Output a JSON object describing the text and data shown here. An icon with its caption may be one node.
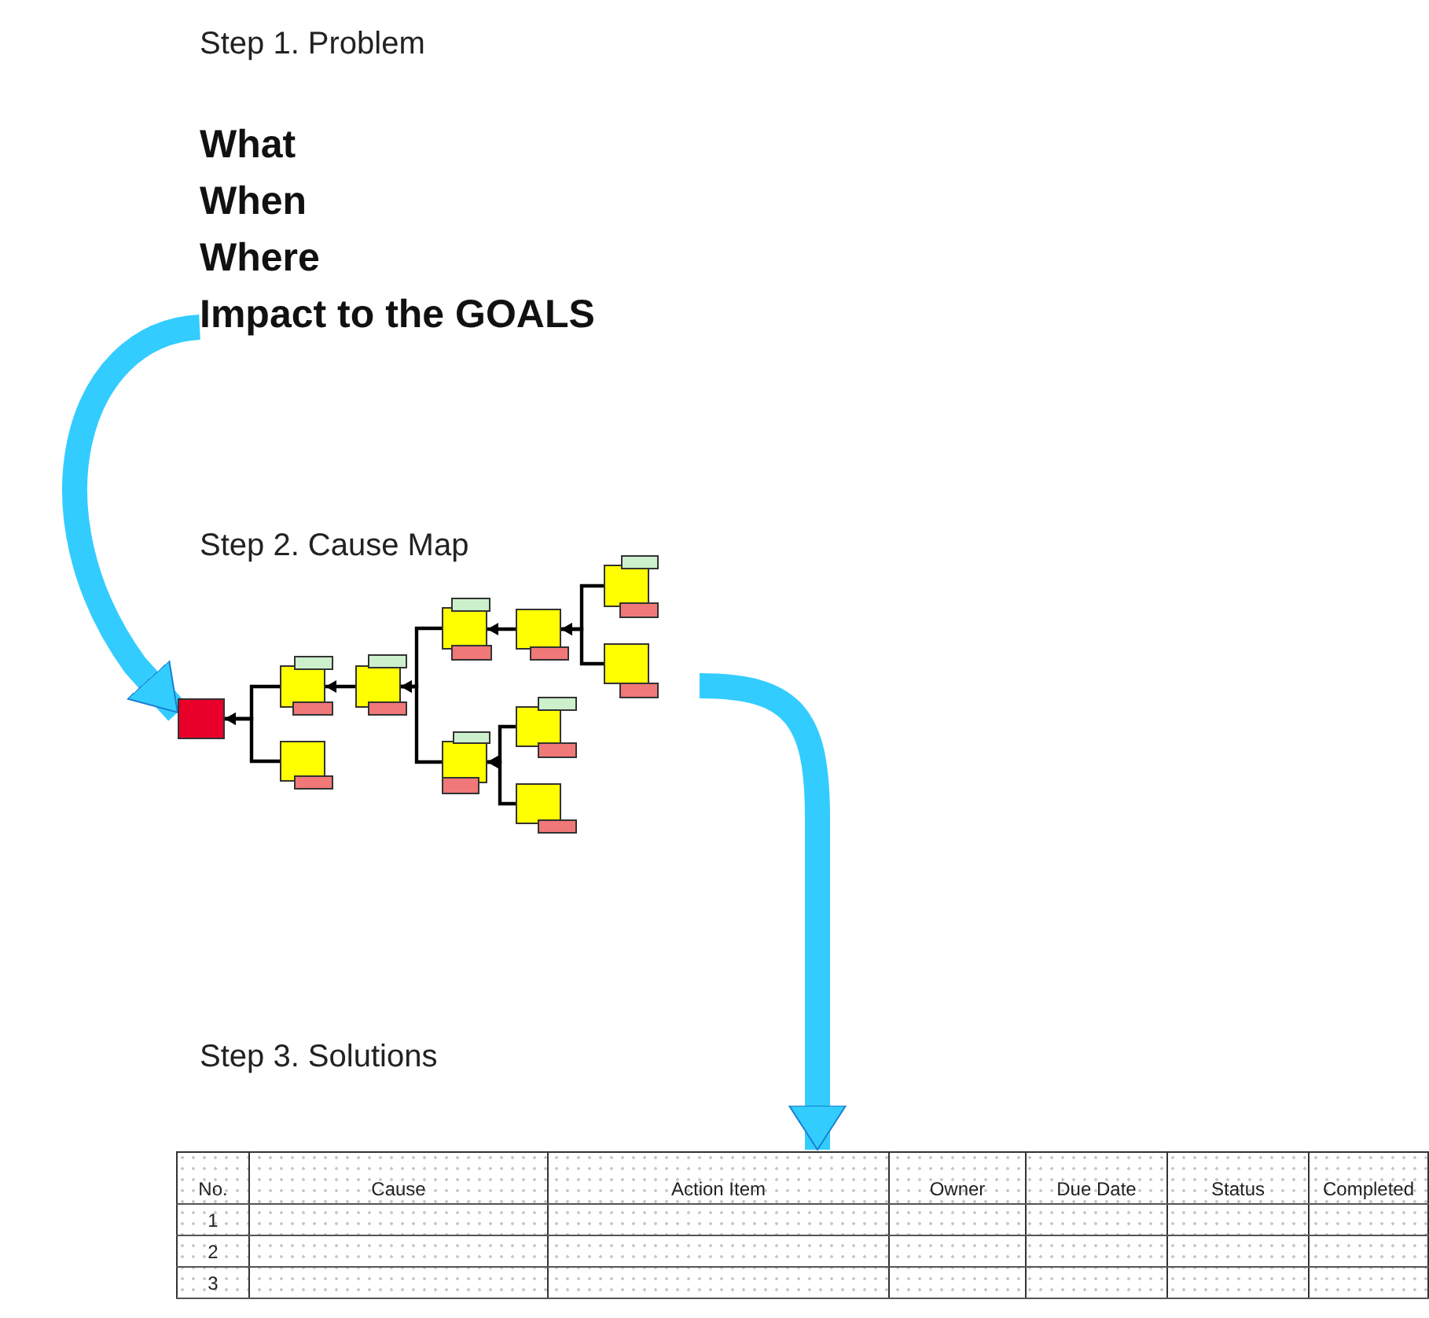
{
  "diagram": {
    "nodes": [
      {
        "text": [
          "What",
          "When",
          "Where",
          "Impact to the GOALS"
        ]
      },
      {
        "text": [],
        "shape": "box"
      },
      {
        "text": [],
        "shape": "box"
      },
      {
        "text": [],
        "shape": "box"
      },
      {
        "text": [],
        "shape": "box"
      },
      {
        "text": [],
        "shape": "box"
      },
      {
        "text": [],
        "shape": "box"
      },
      {
        "text": [],
        "shape": "box"
      },
      {
        "text": [],
        "shape": "box"
      },
      {
        "text": [],
        "shape": "box"
      },
      {
        "text": [],
        "shape": "box"
      },
      {
        "text": [],
        "shape": "box"
      },
      {
        "text": [],
        "shape": "table"
      }
    ],
    "edges": [
      {
        "from": 0,
        "to": 1,
        "arrow": "to",
        "style": "thick",
        "color": "#33ccff"
      },
      {
        "from": 2,
        "to": 1,
        "arrow": "to"
      },
      {
        "from": 3,
        "to": 1,
        "arrow": "to"
      },
      {
        "from": 4,
        "to": 2,
        "arrow": "to"
      },
      {
        "from": 5,
        "to": 4,
        "arrow": "to"
      },
      {
        "from": 6,
        "to": 4,
        "arrow": "to"
      },
      {
        "from": 7,
        "to": 5,
        "arrow": "to"
      },
      {
        "from": 10,
        "to": 7,
        "arrow": "to"
      },
      {
        "from": 11,
        "to": 7,
        "arrow": "to"
      },
      {
        "from": 8,
        "to": 6,
        "arrow": "to"
      },
      {
        "from": 9,
        "to": 6,
        "arrow": "to"
      },
      {
        "from": null,
        "to": 12,
        "arrow": "to",
        "style": "thick",
        "color": "#33ccff"
      }
    ],
    "labels": [
      "Step 1. Problem",
      "Step 2. Cause Map",
      "Step 3. Solutions",
      "No.",
      "Cause",
      "Action Item",
      "Owner",
      "Due Date",
      "Status",
      "Completed",
      "1",
      "2",
      "3"
    ]
  }
}
